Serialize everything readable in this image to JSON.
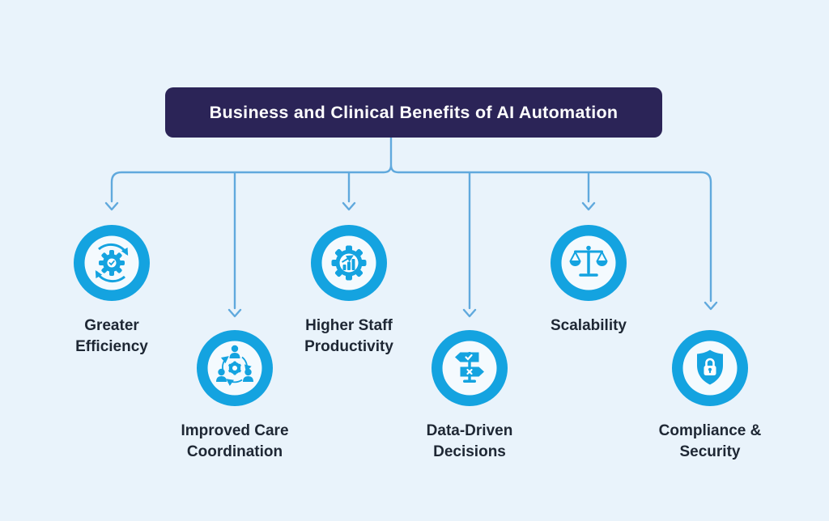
{
  "title": "Business and Clinical Benefits of AI Automation",
  "colors": {
    "bg": "#e9f3fb",
    "title_bg": "#2b2457",
    "title_text": "#ffffff",
    "connector": "#60a9dd",
    "node_ring": "#14a3e0",
    "node_inner": "#f4fafe",
    "label_text": "#1e2734"
  },
  "nodes": [
    {
      "label": "Greater Efficiency",
      "icon": "gear-sync-icon"
    },
    {
      "label": "Improved Care Coordination",
      "icon": "team-gear-icon"
    },
    {
      "label": "Higher Staff Productivity",
      "icon": "gear-chart-icon"
    },
    {
      "label": "Data-Driven Decisions",
      "icon": "signpost-icon"
    },
    {
      "label": "Scalability",
      "icon": "balance-scale-icon"
    },
    {
      "label": "Compliance & Security",
      "icon": "shield-lock-icon"
    }
  ]
}
